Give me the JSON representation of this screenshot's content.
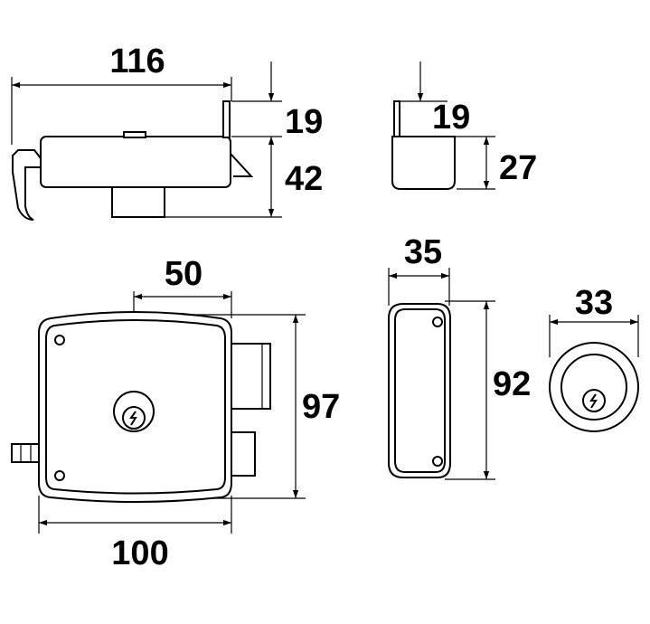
{
  "dimensions": {
    "top_width": "116",
    "top_tab_height": "19",
    "top_body_height": "42",
    "small_tab_height": "19",
    "small_body_height": "27",
    "front_key_offset": "50",
    "front_height": "97",
    "front_width": "100",
    "plate_width": "35",
    "plate_height": "92",
    "rosette_diameter": "33"
  }
}
